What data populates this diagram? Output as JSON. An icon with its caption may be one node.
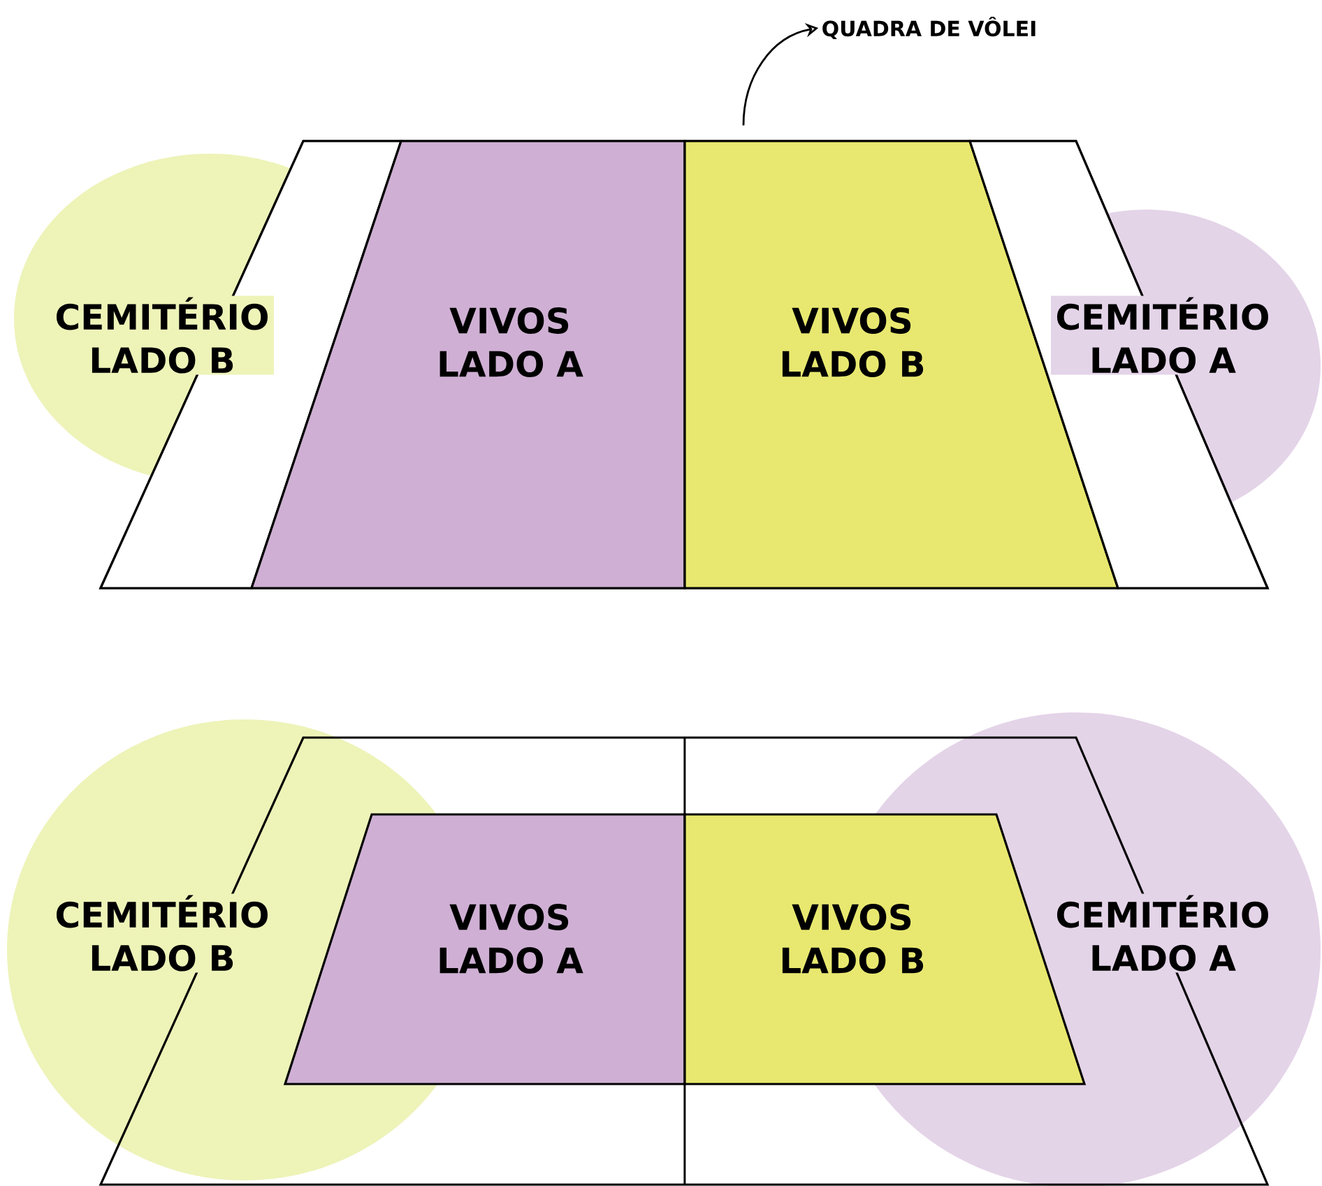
{
  "diagram": {
    "nodes": [
      {
        "text": [
          "QUADRA DE VÔLEI"
        ]
      },
      {
        "text": [],
        "shape": "box"
      },
      {
        "text": [
          "CEMITÉRIO LADO B"
        ],
        "in": 1
      },
      {
        "text": [
          "VIVOS LADO A"
        ],
        "in": 1
      },
      {
        "text": [
          "VIVOS LADO B"
        ],
        "in": 1
      },
      {
        "text": [
          "CEMITÉRIO LADO A"
        ],
        "in": 1
      },
      {
        "text": [],
        "shape": "box"
      },
      {
        "text": [
          "CEMITÉRIO LADO B"
        ],
        "in": 6
      },
      {
        "text": [
          "VIVOS LADO A"
        ],
        "in": 6
      },
      {
        "text": [
          "VIVOS LADO B"
        ],
        "in": 6
      },
      {
        "text": [
          "CEMITÉRIO LADO A"
        ],
        "in": 6
      }
    ],
    "edges": [
      {
        "from": 1,
        "to": 0,
        "arrow": "to"
      }
    ]
  }
}
